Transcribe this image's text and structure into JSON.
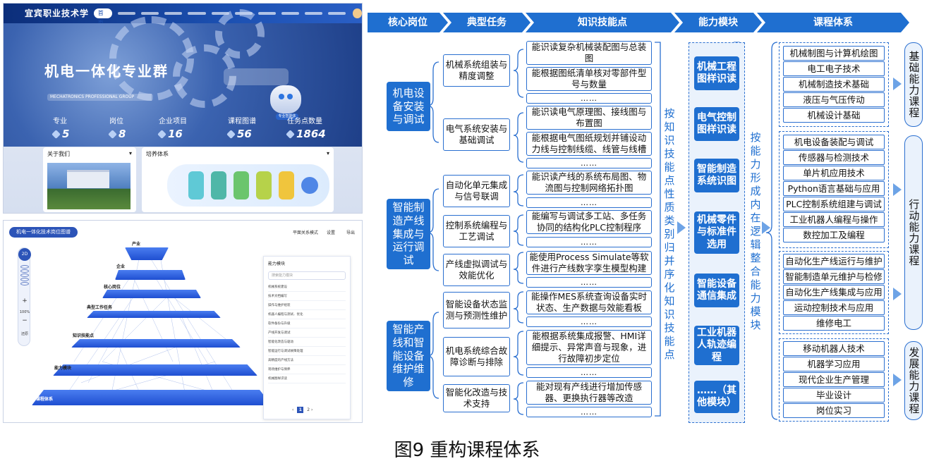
{
  "screenshot_top": {
    "logo": "宜宾职业技术学院",
    "nav_home": "首页",
    "hero_title": "机电一体化专业群",
    "hero_subtitle": "MECHATRONICS PROFESSIONAL GROUP",
    "assistant_badge": "专业智能体",
    "stats": [
      {
        "label": "专业",
        "value": "5"
      },
      {
        "label": "岗位",
        "value": "8"
      },
      {
        "label": "企业项目",
        "value": "16"
      },
      {
        "label": "课程图谱",
        "value": "56"
      },
      {
        "label": "任务点数量",
        "value": "1864"
      }
    ],
    "card_about": "关于我们",
    "card_training": "培养体系"
  },
  "screenshot_bottom": {
    "title": "机电一体化技术岗位图谱",
    "tools": [
      "平面关系模式",
      "设置",
      "导出"
    ],
    "zoom_label": "2D",
    "zoom_percent": "100%",
    "zoom_reset": "还原",
    "layers": [
      "产业",
      "企业",
      "核心岗位",
      "典型工作任务",
      "知识技能点",
      "能力模块",
      "课程体系"
    ],
    "panel_title": "能力模块",
    "panel_search": "搜索能力模块",
    "panel_items": [
      "机械系统建设",
      "技术文档编写",
      "操作与维护组装",
      "机器人编程与测试、优化",
      "软件备份与升级",
      "产线开发与调试",
      "智能化改造与驱动",
      "智能运行与调试故障处理",
      "高精度的产线方法",
      "现场维护与保养",
      "机械图样识读"
    ],
    "page_current": "1",
    "page_next": "2"
  },
  "headers": [
    "核心岗位",
    "典型任务",
    "知识技能点",
    "能力模块",
    "课程体系"
  ],
  "posts": [
    "机电设备安装与调试",
    "智能制造产线集成与运行调试",
    "智能产线和智能设备维护维修"
  ],
  "tasks": [
    "机械系统组装与精度调整",
    "电气系统安装与基础调试",
    "自动化单元集成与信号联调",
    "控制系统编程与工艺调试",
    "产线虚拟调试与效能优化",
    "智能设备状态监测与预测性维护",
    "机电系统综合故障诊断与排除",
    "智能化改造与技术支持"
  ],
  "skills": [
    "能识读复杂机械装配图与总装图",
    "能根据图纸清单核对零部件型号与数量",
    "能识读电气原理图、接线图与布置图",
    "能根据电气图纸规划并铺设动力线与控制线缆、线管与线槽",
    "能识读产线的系统布局图、物流图与控制网络拓扑图",
    "能编写与调试多工站、多任务协同的结构化PLC控制程序",
    "能使用Process Simulate等软件进行产线数字孪生模型构建",
    "能操作MES系统查询设备实时状态、生产数据与效能看板",
    "能根据系统集成报警、HMI详细提示、异常声音与现象，进行故障初步定位",
    "能对现有产线进行增加传感器、更换执行器等改造"
  ],
  "dots": "……",
  "middle_vertical": "按知识技能点性质类别归并序化知识技能点",
  "modules": [
    "机械工程图样识读",
    "电气控制图样识读",
    "智能制造系统识图",
    "机械零件与标准件选用",
    "智能设备通信集成",
    "工业机器人轨迹编程",
    "……（其他模块）"
  ],
  "right_vertical": "按能力形成内在逻辑整合能力模块",
  "course_groups": [
    [
      "机械制图与计算机绘图",
      "电工电子技术",
      "机械制造技术基础",
      "液压与气压传动",
      "机械设计基础"
    ],
    [
      "机电设备装配与调试",
      "传感器与检测技术",
      "单片机应用技术",
      "Python语言基础与应用",
      "PLC控制系统组建与调试",
      "工业机器人编程与操作",
      "数控加工及编程"
    ],
    [
      "自动化生产线运行与维护",
      "智能制造单元维护与检修",
      "自动化生产线集成与应用",
      "运动控制技术与应用",
      "维修电工"
    ],
    [
      "移动机器人技术",
      "机器学习应用",
      "现代企业生产管理",
      "毕业设计",
      "岗位实习"
    ]
  ],
  "categories": [
    "基础能力课程",
    "行动能力课程",
    "发展能力课程"
  ],
  "caption": "图9 重构课程体系"
}
